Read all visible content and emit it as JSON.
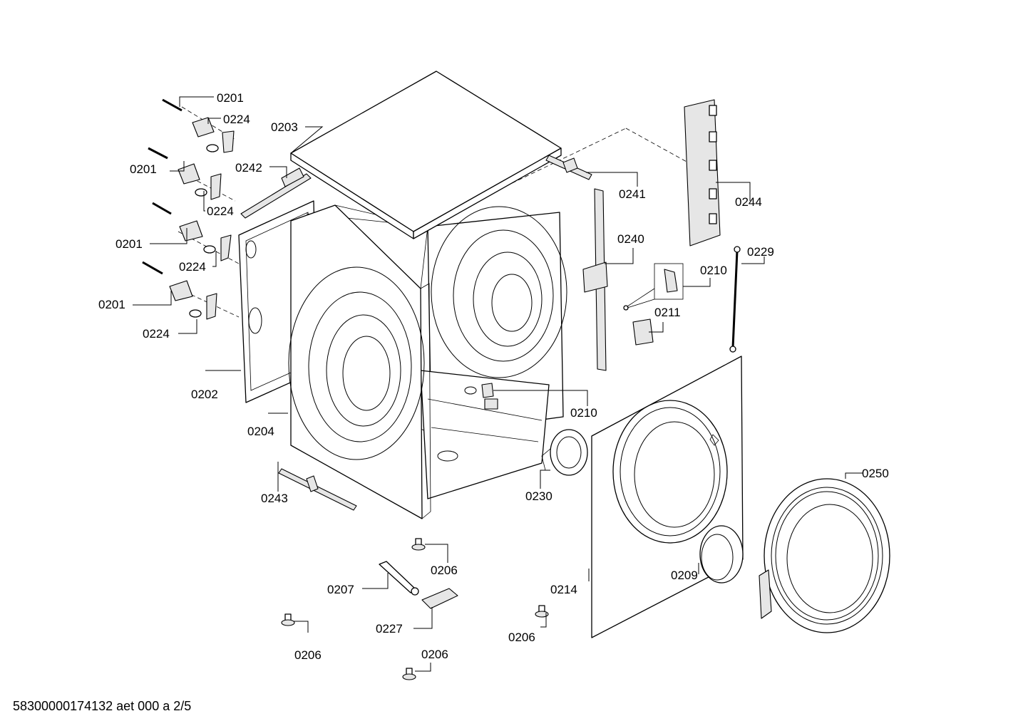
{
  "footer_text": "58300000174132 aet 000 a 2/5",
  "labels": {
    "l0201a": "0201",
    "l0224a": "0224",
    "l0203": "0203",
    "l0201b": "0201",
    "l0242": "0242",
    "l0224b": "0224",
    "l0201c": "0201",
    "l0224c": "0224",
    "l0201d": "0201",
    "l0224d": "0224",
    "l0202": "0202",
    "l0204": "0204",
    "l0243": "0243",
    "l0241": "0241",
    "l0240": "0240",
    "l0244": "0244",
    "l0229": "0229",
    "l0210a": "0210",
    "l0211": "0211",
    "l0210b": "0210",
    "l0230": "0230",
    "l0250": "0250",
    "l0209": "0209",
    "l0214": "0214",
    "l0206a": "0206",
    "l0207": "0207",
    "l0227": "0227",
    "l0206b": "0206",
    "l0206c": "0206",
    "l0206d": "0206"
  }
}
